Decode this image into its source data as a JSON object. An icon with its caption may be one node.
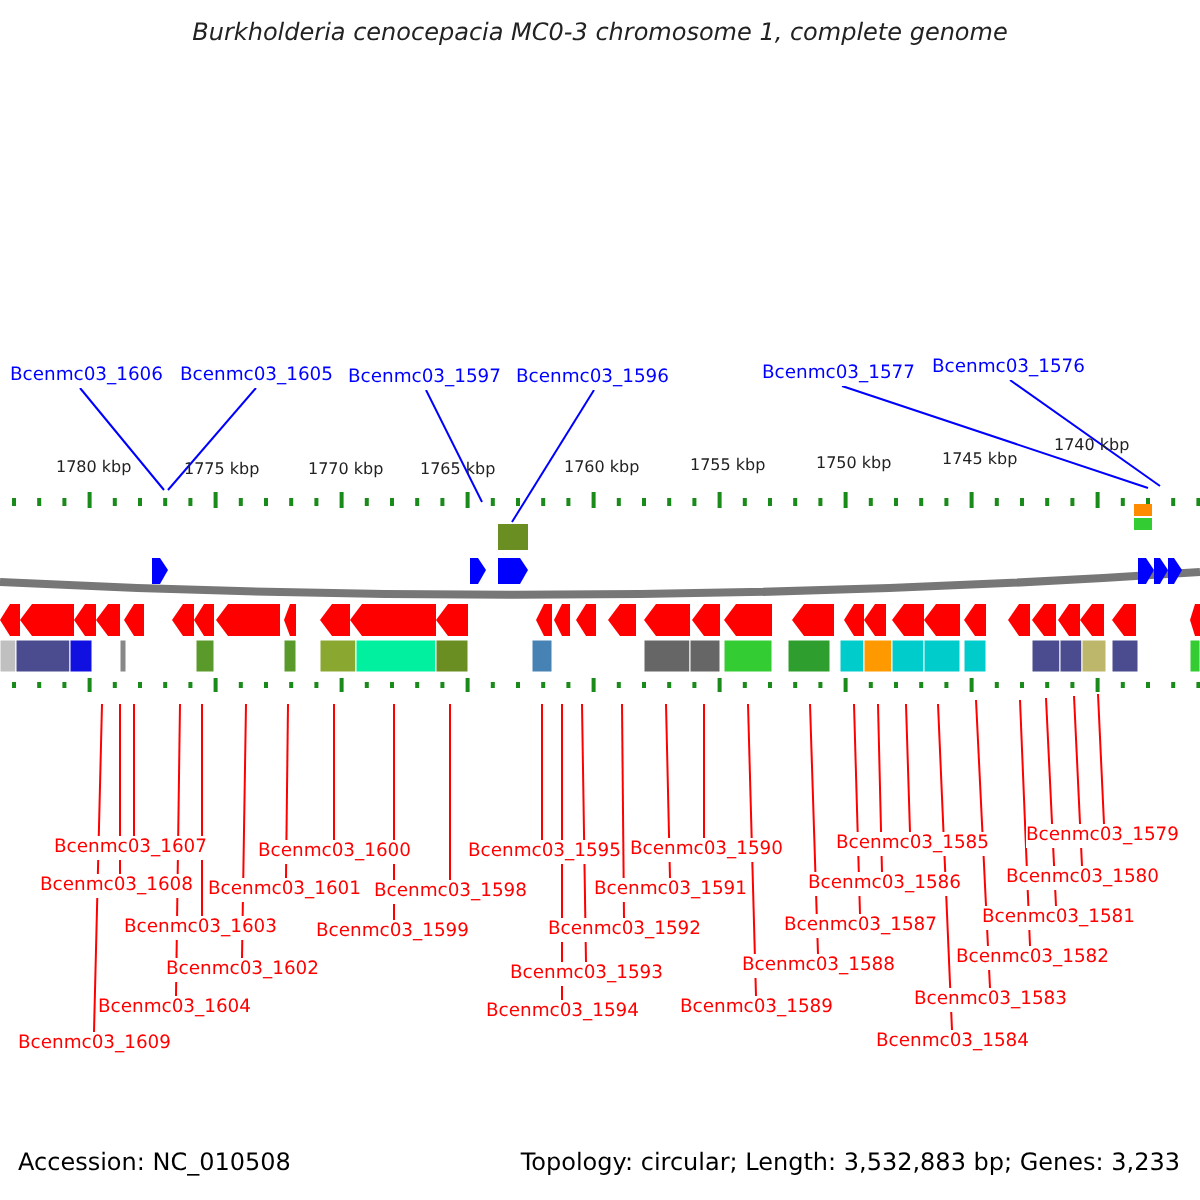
{
  "diagram": {
    "title": "Burkholderia cenocepacia MC0-3 chromosome 1, complete genome",
    "nodes": [
      {
        "text": [
          "Bcenmc03_1606"
        ]
      },
      {
        "text": [
          "Bcenmc03_1605"
        ]
      },
      {
        "text": [
          "Bcenmc03_1597"
        ]
      },
      {
        "text": [
          "Bcenmc03_1596"
        ]
      },
      {
        "text": [
          "Bcenmc03_1577"
        ]
      },
      {
        "text": [
          "Bcenmc03_1576"
        ]
      },
      {
        "text": [
          "Bcenmc03_1607"
        ]
      },
      {
        "text": [
          "Bcenmc03_1608"
        ]
      },
      {
        "text": [
          "Bcenmc03_1603"
        ]
      },
      {
        "text": [
          "Bcenmc03_1609"
        ]
      },
      {
        "text": [
          "Bcenmc03_1604"
        ]
      },
      {
        "text": [
          "Bcenmc03_1602"
        ]
      },
      {
        "text": [
          "Bcenmc03_1601"
        ]
      },
      {
        "text": [
          "Bcenmc03_1600"
        ]
      },
      {
        "text": [
          "Bcenmc03_1599"
        ]
      },
      {
        "text": [
          "Bcenmc03_1598"
        ]
      },
      {
        "text": [
          "Bcenmc03_1595"
        ]
      },
      {
        "text": [
          "Bcenmc03_1594"
        ]
      },
      {
        "text": [
          "Bcenmc03_1593"
        ]
      },
      {
        "text": [
          "Bcenmc03_1592"
        ]
      },
      {
        "text": [
          "Bcenmc03_1591"
        ]
      },
      {
        "text": [
          "Bcenmc03_1590"
        ]
      },
      {
        "text": [
          "Bcenmc03_1589"
        ]
      },
      {
        "text": [
          "Bcenmc03_1588"
        ]
      },
      {
        "text": [
          "Bcenmc03_1587"
        ]
      },
      {
        "text": [
          "Bcenmc03_1586"
        ]
      },
      {
        "text": [
          "Bcenmc03_1585"
        ]
      },
      {
        "text": [
          "Bcenmc03_1584"
        ]
      },
      {
        "text": [
          "Bcenmc03_1583"
        ]
      },
      {
        "text": [
          "Bcenmc03_1582"
        ]
      },
      {
        "text": [
          "Bcenmc03_1581"
        ]
      },
      {
        "text": [
          "Bcenmc03_1580"
        ]
      },
      {
        "text": [
          "Bcenmc03_1579"
        ]
      }
    ],
    "edges": [
      {
        "from": 0,
        "to": null,
        "arrow": "none",
        "color": "#0000ff"
      },
      {
        "from": 1,
        "to": null,
        "arrow": "none",
        "color": "#0000ff"
      },
      {
        "from": 2,
        "to": null,
        "arrow": "none",
        "color": "#0000ff"
      },
      {
        "from": 3,
        "to": null,
        "arrow": "none",
        "color": "#0000ff"
      },
      {
        "from": 4,
        "to": null,
        "arrow": "none",
        "color": "#0000ff"
      },
      {
        "from": 5,
        "to": null,
        "arrow": "none",
        "color": "#0000ff"
      },
      {
        "from": 6,
        "to": null,
        "arrow": "none"
      },
      {
        "from": 7,
        "to": null,
        "arrow": "none"
      },
      {
        "from": 8,
        "to": null,
        "arrow": "none"
      },
      {
        "from": 9,
        "to": null,
        "arrow": "none"
      },
      {
        "from": 10,
        "to": null,
        "arrow": "none"
      },
      {
        "from": 11,
        "to": null,
        "arrow": "none"
      },
      {
        "from": 12,
        "to": null,
        "arrow": "none"
      },
      {
        "from": 13,
        "to": null,
        "arrow": "none"
      },
      {
        "from": 14,
        "to": null,
        "arrow": "none"
      },
      {
        "from": 15,
        "to": null,
        "arrow": "none"
      },
      {
        "from": 16,
        "to": null,
        "arrow": "none"
      },
      {
        "from": 17,
        "to": null,
        "arrow": "none"
      },
      {
        "from": 18,
        "to": null,
        "arrow": "none"
      },
      {
        "from": 19,
        "to": null,
        "arrow": "none"
      },
      {
        "from": 20,
        "to": null,
        "arrow": "none"
      },
      {
        "from": 21,
        "to": null,
        "arrow": "none"
      },
      {
        "from": 22,
        "to": null,
        "arrow": "none"
      },
      {
        "from": 23,
        "to": null,
        "arrow": "none"
      },
      {
        "from": 24,
        "to": null,
        "arrow": "none"
      },
      {
        "from": 25,
        "to": null,
        "arrow": "none"
      },
      {
        "from": 26,
        "to": null,
        "arrow": "none"
      },
      {
        "from": 27,
        "to": null,
        "arrow": "none"
      },
      {
        "from": 28,
        "to": null,
        "arrow": "none"
      },
      {
        "from": 29,
        "to": null,
        "arrow": "none"
      },
      {
        "from": 30,
        "to": null,
        "arrow": "none"
      },
      {
        "from": 31,
        "to": null,
        "arrow": "none"
      },
      {
        "from": 32,
        "to": null,
        "arrow": "none"
      }
    ],
    "labels": [
      "1780 kbp",
      "1775 kbp",
      "1770 kbp",
      "1765 kbp",
      "1760 kbp",
      "1755 kbp",
      "1750 kbp",
      "1745 kbp",
      "1740 kbp",
      "Accession: NC_010508",
      "Topology: circular; Length: 3,532,883 bp; Genes: 3,233"
    ]
  }
}
